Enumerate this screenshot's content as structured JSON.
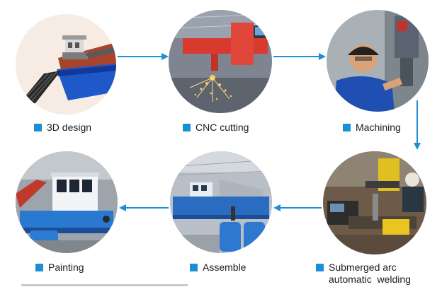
{
  "colors": {
    "accent": "#1e8fd6",
    "square": "#1a8fd8",
    "steelBlue": "#2a6cc0",
    "workshop": "#8a8f96"
  },
  "steps": [
    {
      "label": "3D design",
      "icon": "3d-model-boat"
    },
    {
      "label": "CNC cutting",
      "icon": "cnc-machine-sparks"
    },
    {
      "label": "Machining",
      "icon": "worker-at-mill"
    },
    {
      "label": "Submerged arc",
      "label2": "automatic  welding",
      "icon": "welding-rig"
    },
    {
      "label": "Assemble",
      "icon": "hull-assembly"
    },
    {
      "label": "Painting",
      "icon": "painted-vessel"
    }
  ]
}
